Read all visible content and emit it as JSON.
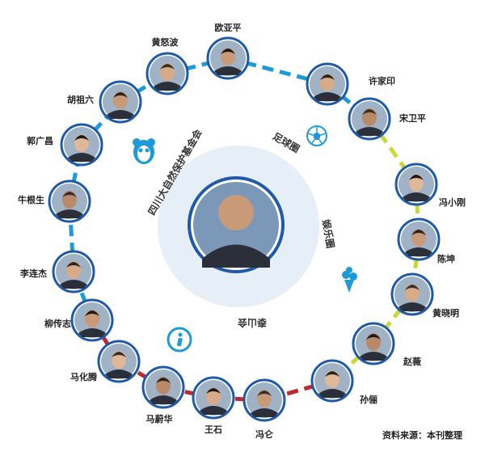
{
  "center": {
    "name": ""
  },
  "groups": [
    {
      "id": "wwf",
      "label": "四川大自然保护基金会",
      "icon": "panda-icon"
    },
    {
      "id": "football",
      "label": "足球圈",
      "icon": "soccer-ball-icon"
    },
    {
      "id": "entertainment",
      "label": "娱乐圈",
      "icon": "flower-bouquet-icon"
    },
    {
      "id": "club",
      "label": "泰山会",
      "icon": "info-icon"
    }
  ],
  "people": [
    {
      "name": "欧亚平",
      "group": "football"
    },
    {
      "name": "许家印",
      "group": "football"
    },
    {
      "name": "宋卫平",
      "group": "football"
    },
    {
      "name": "冯小刚",
      "group": "entertainment"
    },
    {
      "name": "陈坤",
      "group": "entertainment"
    },
    {
      "name": "黄晓明",
      "group": "entertainment"
    },
    {
      "name": "赵薇",
      "group": "entertainment"
    },
    {
      "name": "孙俪",
      "group": "entertainment"
    },
    {
      "name": "冯仑",
      "group": "club"
    },
    {
      "name": "王石",
      "group": "club"
    },
    {
      "name": "马蔚华",
      "group": "club"
    },
    {
      "name": "马化腾",
      "group": "club"
    },
    {
      "name": "柳传志",
      "group": "club"
    },
    {
      "name": "李连杰",
      "group": "wwf"
    },
    {
      "name": "牛根生",
      "group": "wwf"
    },
    {
      "name": "郭广昌",
      "group": "wwf"
    },
    {
      "name": "胡祖六",
      "group": "wwf"
    },
    {
      "name": "黄怒波",
      "group": "wwf"
    }
  ],
  "source_note": "资料来源：本刊整理",
  "colors": {
    "wwf": "#1e9bd7",
    "football": "#1e9bd7",
    "entertainment": "#c8d93a",
    "club": "#c0282d",
    "ring_fill": "#e6eef7",
    "photo_border": "#1e5aa8"
  }
}
